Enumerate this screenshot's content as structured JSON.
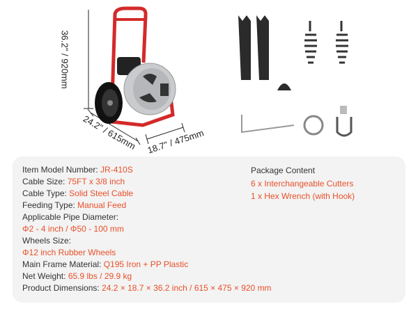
{
  "dimensions": {
    "height": "36.2\" / 920mm",
    "length": "24.2\" / 615mm",
    "width": "18.7\" / 475mm"
  },
  "specs": [
    {
      "label": "Item Model Number: ",
      "value": "JR-410S"
    },
    {
      "label": "Cable Size: ",
      "value": "75FT x 3/8 inch"
    },
    {
      "label": "Cable Type: ",
      "value": "Solid Steel Cable"
    },
    {
      "label": "Feeding Type: ",
      "value": "Manual Feed"
    },
    {
      "label": "Applicable Pipe Diameter:",
      "value": "Φ2 - 4 inch / Φ50 - 100 mm"
    },
    {
      "label": "Wheels Size:",
      "value": "Φ12 inch Rubber Wheels"
    },
    {
      "label": "Main Frame Material: ",
      "value": "Q195 Iron + PP Plastic"
    },
    {
      "label": "Net Weight: ",
      "value": "65.9 lbs / 29.9 kg"
    },
    {
      "label": "Product Dimensions: ",
      "value": "24.2 × 18.7 × 36.2 inch / 615 × 475 × 920 mm"
    }
  ],
  "package": {
    "title": "Package Content",
    "items": [
      "6 x Interchangeable Cutters",
      "1 x Hex Wrench (with Hook)"
    ]
  },
  "colors": {
    "accent": "#e8502a",
    "frame": "#d42a2a"
  }
}
